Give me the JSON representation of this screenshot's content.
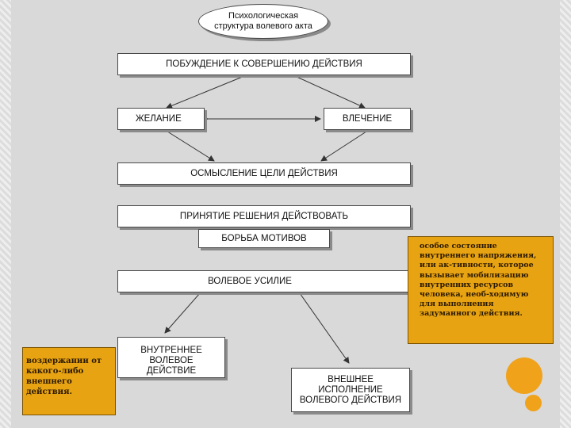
{
  "title": {
    "text": "Психологическая структура волевого акта"
  },
  "boxes": {
    "impulse": "ПОБУЖДЕНИЕ К СОВЕРШЕНИЮ ДЕЙСТВИЯ",
    "desire": "ЖЕЛАНИЕ",
    "attraction": "ВЛЕЧЕНИЕ",
    "goal": "ОСМЫСЛЕНИЕ ЦЕЛИ ДЕЙСТВИЯ",
    "decision": "ПРИНЯТИЕ РЕШЕНИЯ ДЕЙСТВОВАТЬ",
    "struggle": "БОРЬБА МОТИВОВ",
    "effort": "ВОЛЕВОЕ УСИЛИЕ",
    "internal": "ВНУТРЕННЕЕ ВОЛЕВОЕ ДЕЙСТВИЕ",
    "external": "ВНЕШНЕЕ ИСПОЛНЕНИЕ ВОЛЕВОГО ДЕЙСТВИЯ"
  },
  "notes": {
    "effort_definition": "особое состояние внутреннего напряжения, или ак-тивности, которое вызывает мобилизацию внутренних ресурсов человека, необ-ходимую для выполнения задуманного действия.",
    "internal_definition": "воздержании от какого-либо внешнего действия."
  },
  "colors": {
    "note_fill": "#e8a312",
    "arrow_fill": "#f0a21b",
    "accent_circle": "#f0a21b"
  }
}
